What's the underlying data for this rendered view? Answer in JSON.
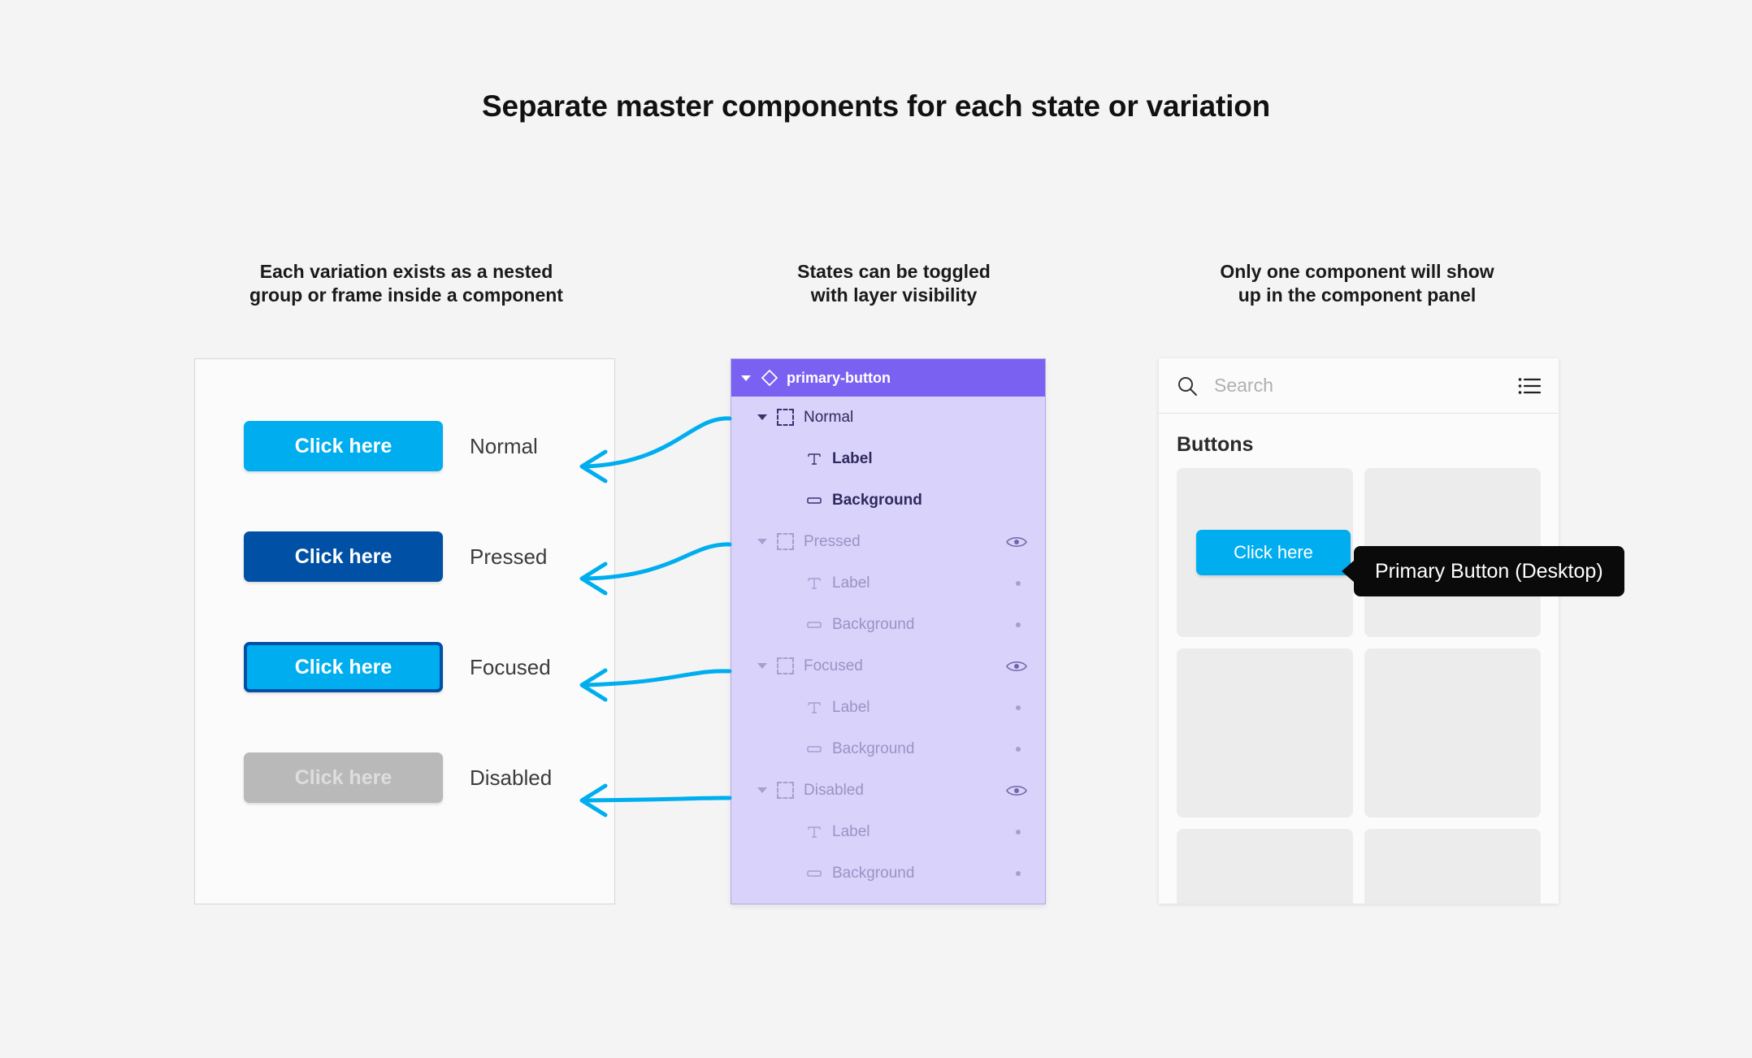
{
  "page": {
    "title": "Separate master components for each state or variation",
    "background_color": "#f4f4f4"
  },
  "colors": {
    "primary_blue": "#00AEEF",
    "pressed_blue": "#0050A5",
    "disabled_gray": "#b9b9b9",
    "arrow_cyan": "#00AEEF",
    "layer_panel_bg": "#d9d2fb",
    "layer_header_purple": "#7b61f2",
    "tooltip_black": "#0a0a0a"
  },
  "headings": {
    "left": "Each variation exists as a nested\ngroup or frame inside a component",
    "left_line1": "Each variation exists as a nested",
    "left_line2": "group or frame inside a component",
    "middle_line1": "States can be toggled",
    "middle_line2": "with layer visibility",
    "right_line1": "Only one component will show",
    "right_line2": "up in the component panel"
  },
  "variations": {
    "button_label": "Click here",
    "rows": [
      {
        "state": "Normal",
        "state_label": "Normal",
        "style": "normal"
      },
      {
        "state": "Pressed",
        "state_label": "Pressed",
        "style": "pressed"
      },
      {
        "state": "Focused",
        "state_label": "Focused",
        "style": "focused"
      },
      {
        "state": "Disabled",
        "state_label": "Disabled",
        "style": "disabled"
      }
    ]
  },
  "layers_panel": {
    "component_name": "primary-button",
    "component_icon": "diamond-component-icon",
    "groups": [
      {
        "name": "Normal",
        "visible": true,
        "visibility_icon": "",
        "children": [
          {
            "name": "Label",
            "icon": "text-icon",
            "visibility_icon": ""
          },
          {
            "name": "Background",
            "icon": "rectangle-icon",
            "visibility_icon": ""
          }
        ]
      },
      {
        "name": "Pressed",
        "visible": false,
        "visibility_icon": "eye-icon",
        "children": [
          {
            "name": "Label",
            "icon": "text-icon",
            "visibility_icon": "dot-icon"
          },
          {
            "name": "Background",
            "icon": "rectangle-icon",
            "visibility_icon": "dot-icon"
          }
        ]
      },
      {
        "name": "Focused",
        "visible": false,
        "visibility_icon": "eye-icon",
        "children": [
          {
            "name": "Label",
            "icon": "text-icon",
            "visibility_icon": "dot-icon"
          },
          {
            "name": "Background",
            "icon": "rectangle-icon",
            "visibility_icon": "dot-icon"
          }
        ]
      },
      {
        "name": "Disabled",
        "visible": false,
        "visibility_icon": "eye-icon",
        "children": [
          {
            "name": "Label",
            "icon": "text-icon",
            "visibility_icon": "dot-icon"
          },
          {
            "name": "Background",
            "icon": "rectangle-icon",
            "visibility_icon": "dot-icon"
          }
        ]
      }
    ]
  },
  "component_panel": {
    "search": {
      "placeholder": "Search",
      "value": "",
      "search_icon": "search-icon",
      "view_toggle_icon": "list-view-icon"
    },
    "section_title": "Buttons",
    "cards": [
      {
        "has_button": true,
        "button_label": "Click here"
      },
      {
        "has_button": false,
        "button_label": ""
      },
      {
        "has_button": false,
        "button_label": ""
      },
      {
        "has_button": false,
        "button_label": ""
      },
      {
        "has_button": false,
        "button_label": ""
      },
      {
        "has_button": false,
        "button_label": ""
      }
    ],
    "tooltip": "Primary Button (Desktop)"
  }
}
